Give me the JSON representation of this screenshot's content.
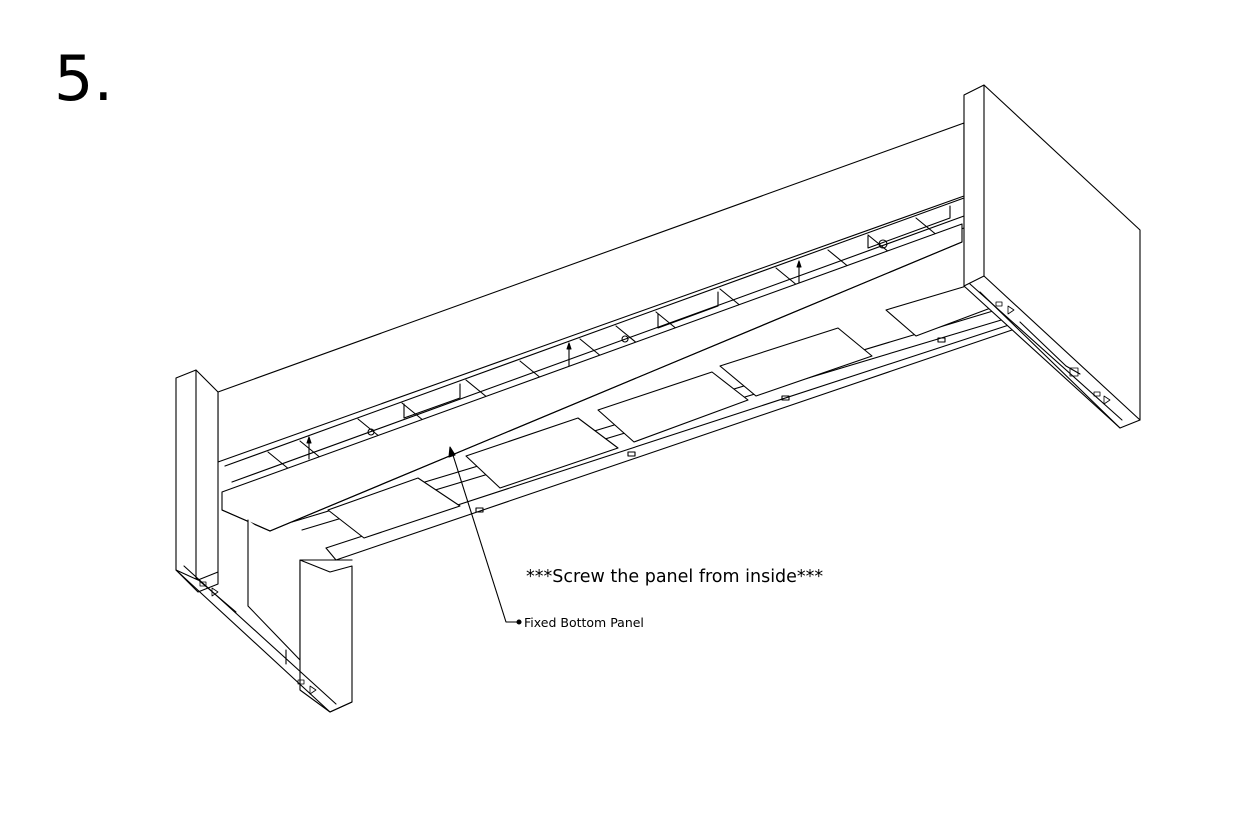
{
  "step": {
    "number": "5."
  },
  "annotations": {
    "instruction": "***Screw the panel from inside***",
    "callout_label": "Fixed Bottom Panel"
  },
  "colors": {
    "line": "#000000",
    "background": "#ffffff"
  }
}
